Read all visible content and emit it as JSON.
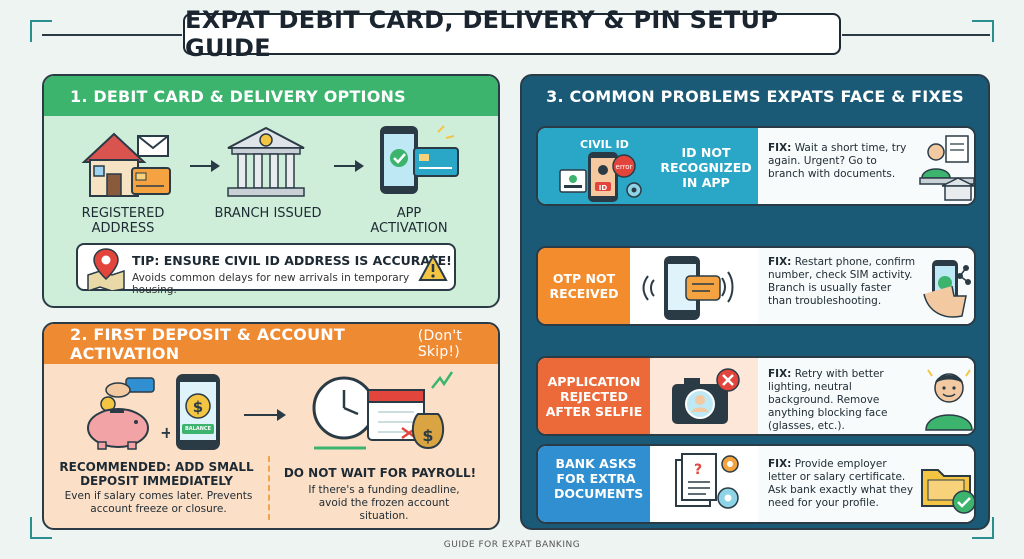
{
  "title": "EXPAT DEBIT CARD, DELIVERY & PIN SETUP GUIDE",
  "section1": {
    "heading": "1. DEBIT CARD & DELIVERY OPTIONS",
    "options": [
      {
        "label": "REGISTERED ADDRESS"
      },
      {
        "label": "BRANCH ISSUED"
      },
      {
        "label": "APP ACTIVATION"
      }
    ],
    "tip_title": "TIP: ENSURE CIVIL ID ADDRESS IS ACCURATE!",
    "tip_text": "Avoids common delays for new arrivals in temporary housing."
  },
  "section2": {
    "heading": "2. FIRST DEPOSIT & ACCOUNT ACTIVATION",
    "heading_note": "(Don't Skip!)",
    "balance_label": "BALANCE",
    "left_title": "RECOMMENDED: ADD SMALL DEPOSIT IMMEDIATELY",
    "left_text": "Even if salary comes later. Prevents account freeze or closure.",
    "right_title": "DO NOT WAIT FOR PAYROLL!",
    "right_text": "If there's a funding deadline, avoid the frozen account situation."
  },
  "section3": {
    "heading": "3. COMMON PROBLEMS EXPATS FACE & FIXES",
    "problems": [
      {
        "tag": "CIVIL ID",
        "badge": "error",
        "badge2": "ID",
        "problem": "ID NOT RECOGNIZED IN APP",
        "fix_label": "FIX:",
        "fix_text": "Wait a short time, try again. Urgent? Go to branch with documents.",
        "color": "#2aa7c6"
      },
      {
        "problem": "OTP NOT RECEIVED",
        "fix_label": "FIX:",
        "fix_text": "Restart phone, confirm number, check SIM activity. Branch is usually faster than troubleshooting.",
        "color": "#f28c2c"
      },
      {
        "problem": "APPLICATION REJECTED AFTER SELFIE",
        "fix_label": "FIX:",
        "fix_text": "Retry with better lighting, neutral background. Remove anything blocking face (glasses, etc.).",
        "color": "#ec6a3a"
      },
      {
        "problem": "BANK ASKS FOR EXTRA DOCUMENTS",
        "fix_label": "FIX:",
        "fix_text": "Provide employer letter or salary certificate. Ask bank exactly what they need for your profile.",
        "color": "#2f8fd0"
      }
    ]
  },
  "footer": "GUIDE FOR EXPAT BANKING",
  "colors": {
    "green": "#3cb46e",
    "orange": "#ee8a32",
    "teal": "#1b5a76"
  }
}
